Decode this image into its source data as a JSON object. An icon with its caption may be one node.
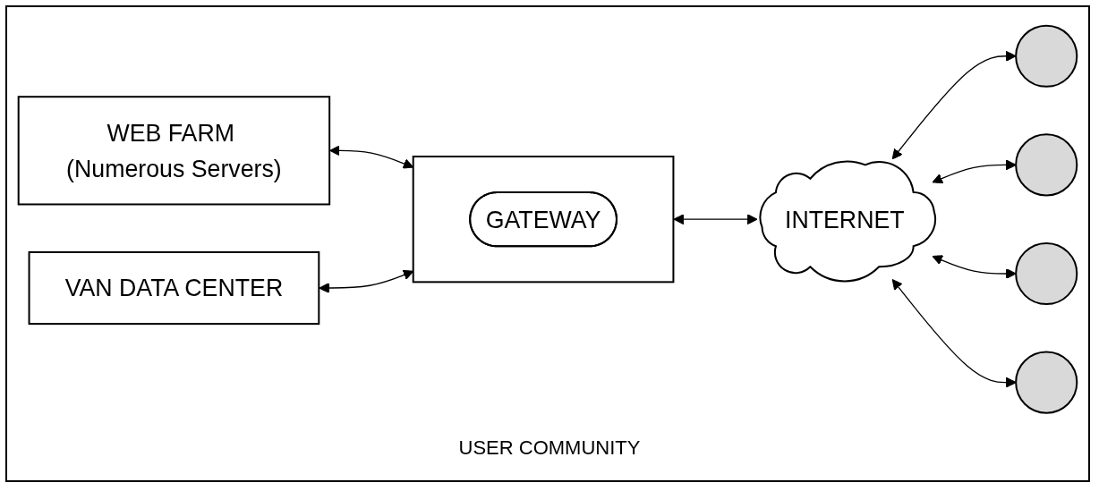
{
  "diagram": {
    "nodes": [
      {
        "text": [
          "WEB FARM (Numerous Servers)"
        ]
      },
      {
        "text": [
          "VAN DATA CENTER"
        ]
      },
      {
        "text": [],
        "shape": "box"
      },
      {
        "text": [
          "GATEWAY"
        ],
        "in": 2
      },
      {
        "text": [
          "INTERNET"
        ]
      },
      {
        "text": [],
        "shape": "circle"
      },
      {
        "text": [],
        "shape": "circle"
      },
      {
        "text": [],
        "shape": "circle"
      },
      {
        "text": [],
        "shape": "circle"
      }
    ],
    "edges": [
      {
        "from": 0,
        "to": 2,
        "arrow": "both"
      },
      {
        "from": 1,
        "to": 2,
        "arrow": "both"
      },
      {
        "from": 2,
        "to": 4,
        "arrow": "both"
      },
      {
        "from": 4,
        "to": 5,
        "arrow": "both"
      },
      {
        "from": 4,
        "to": 6,
        "arrow": "both"
      },
      {
        "from": 4,
        "to": 7,
        "arrow": "both"
      },
      {
        "from": 4,
        "to": 8,
        "arrow": "both"
      }
    ],
    "labels": [
      "USER COMMUNITY"
    ]
  }
}
